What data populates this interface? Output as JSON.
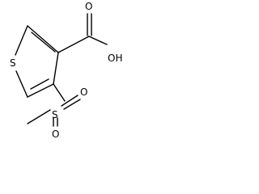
{
  "molecule": {
    "atoms": {
      "sulfur_ring": "S",
      "hydroxyl": "OH",
      "carbonyl_oxygen": "O",
      "sulfonyl_sulfur": "S",
      "sulfonyl_oxygen_top": "O",
      "sulfonyl_oxygen_bottom": "O"
    }
  }
}
